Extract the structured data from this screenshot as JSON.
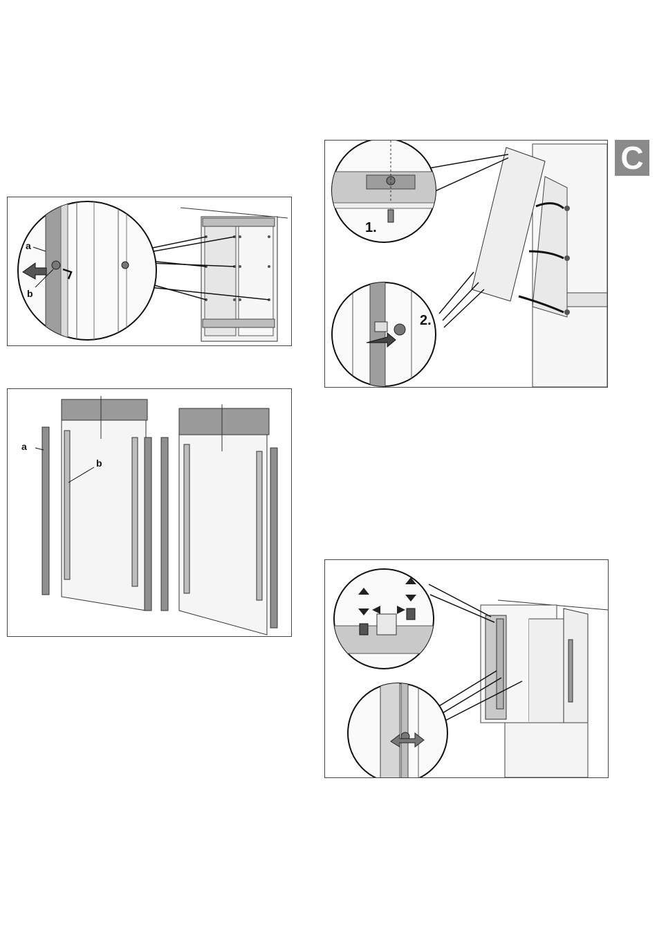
{
  "section_tab": "C",
  "figure1": {
    "callout_a": "a",
    "callout_b": "b"
  },
  "figure2": {
    "callout_a": "a",
    "callout_b": "b"
  },
  "figure3": {
    "step1": "1.",
    "step2": "2."
  }
}
